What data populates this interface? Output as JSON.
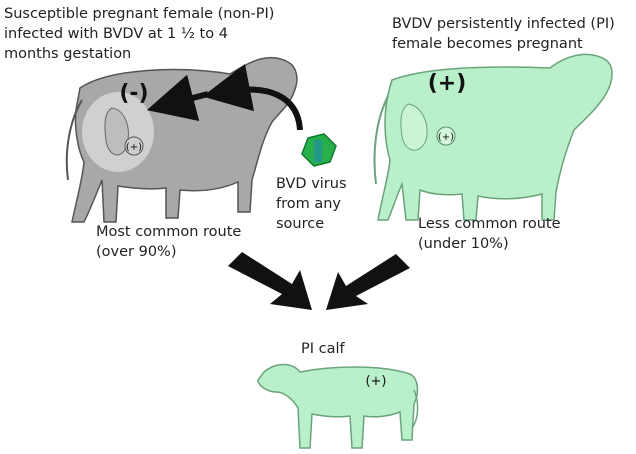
{
  "labels": {
    "left_title": "Susceptible pregnant female (non-PI)\ninfected with BVDV at 1 ½ to 4\nmonths gestation",
    "right_title": "BVDV persistently infected  (PI)\nfemale becomes pregnant",
    "virus": "BVD virus\nfrom any\nsource",
    "most_common": "Most common route\n(over 90%)",
    "less_common": "Less common route\n(under 10%)",
    "calf": "PI calf"
  },
  "marks": {
    "left_dam_status": "(-)",
    "left_fetus_status": "(+)",
    "right_dam_status": "(+)",
    "right_fetus_status": "(+)",
    "calf_status": "(+)"
  },
  "colors": {
    "non_pi_cow": "#a8a8a8",
    "pi_animal": "#b9efca",
    "virus": "#27b04a",
    "arrow": "#111111"
  },
  "icons": [
    "virus-icon",
    "arrow-icon"
  ]
}
